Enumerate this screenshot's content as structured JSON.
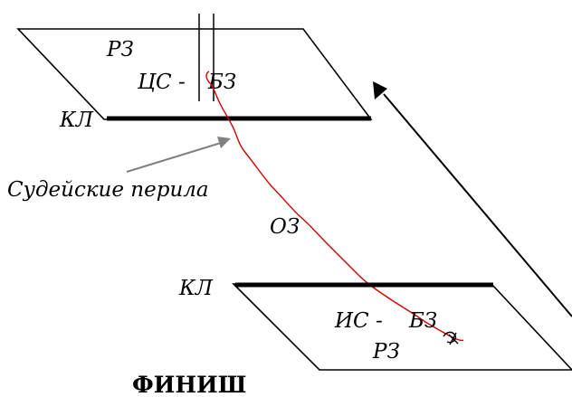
{
  "labels": {
    "top_zone": "РЗ",
    "top_stage": "ЦС -",
    "top_safety": "БЗ",
    "top_line": "КЛ",
    "judges_rope": "Судейские перила",
    "dangerous_zone": "ОЗ",
    "bottom_line": "КЛ",
    "bottom_stage": "ИС  -",
    "bottom_safety": "БЗ",
    "bottom_zone": "РЗ",
    "finish": "ФИНИШ"
  },
  "colors": {
    "outline": "#000000",
    "route": "#d40000",
    "pointer": "#808080"
  }
}
